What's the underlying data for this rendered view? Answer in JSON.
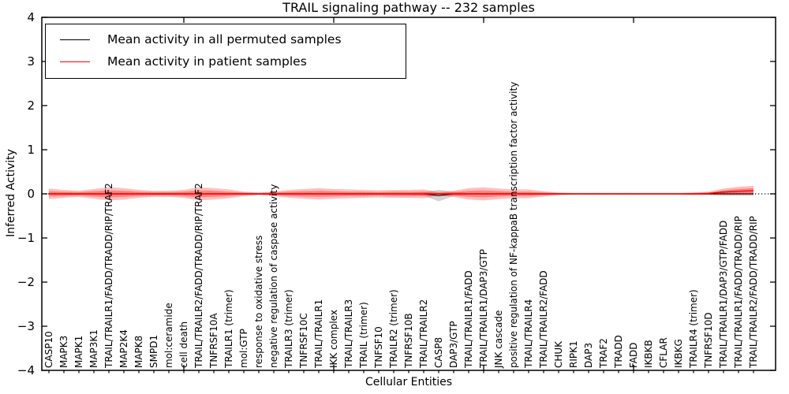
{
  "chart_data": {
    "type": "line",
    "title": "TRAIL signaling pathway -- 232 samples",
    "xlabel": "Cellular Entities",
    "ylabel": "Inferred Activity",
    "ylim": [
      -4,
      4
    ],
    "yticks": [
      4,
      3,
      2,
      1,
      0,
      -1,
      -2,
      -3,
      -4
    ],
    "x_major_tick_indices": [
      9,
      19,
      29,
      39
    ],
    "grid": false,
    "legend_position": "upper-left",
    "zero_line_style": "dotted",
    "categories": [
      "CASP10",
      "MAPK3",
      "MAPK1",
      "MAP3K1",
      "TRAIL/TRAILR1/FADD/TRADD/RIP/TRAF2",
      "MAP2K4",
      "MAPK8",
      "SMPD1",
      "mol:ceramide",
      "cell death",
      "TRAIL/TRAILR2/FADD/TRADD/RIP/TRAF2",
      "TNFRSF10A",
      "TRAILR1 (trimer)",
      "mol:GTP",
      "response to oxidative stress",
      "negative regulation of caspase activity",
      "TRAILR3 (trimer)",
      "TNFRSF10C",
      "TRAIL/TRAILR1",
      "IKK complex",
      "TRAIL/TRAILR3",
      "TRAIL (trimer)",
      "TNFSF10",
      "TRAILR2 (trimer)",
      "TNFRSF10B",
      "TRAIL/TRAILR2",
      "CASP8",
      "DAP3/GTP",
      "TRAIL/TRAILR1/FADD",
      "TRAIL/TRAILR1/DAP3/GTP",
      "JNK cascade",
      "positive regulation of NF-kappaB transcription factor activity",
      "TRAIL/TRAILR4",
      "TRAIL/TRAILR2/FADD",
      "CHUK",
      "RIPK1",
      "DAP3",
      "TRAF2",
      "TRADD",
      "FADD",
      "IKBKB",
      "CFLAR",
      "IKBKG",
      "TRAILR4 (trimer)",
      "TNFRSF10D",
      "TRAIL/TRAILR1/DAP3/GTP/FADD",
      "TRAIL/TRAILR1/FADD/TRADD/RIP",
      "TRAIL/TRAILR2/FADD/TRADD/RIP"
    ],
    "series": [
      {
        "name": "Mean activity in all permuted samples",
        "color": "#000000",
        "band_color": "#808080",
        "band_opacity": 0.35,
        "values": [
          0,
          0,
          0,
          0,
          0,
          0,
          0,
          0,
          0,
          0,
          0,
          0,
          0,
          0,
          0,
          0,
          0,
          0,
          0,
          0,
          0,
          0,
          0,
          0,
          0,
          0,
          -0.04,
          0,
          0,
          0,
          0,
          0,
          0,
          0,
          0,
          0,
          0,
          0,
          0,
          0,
          0,
          0,
          0,
          0,
          0,
          0,
          0,
          0
        ],
        "band_halfwidth": [
          0.02,
          0.02,
          0.02,
          0.02,
          0.02,
          0.02,
          0.02,
          0.02,
          0.02,
          0.02,
          0.02,
          0.02,
          0.02,
          0.02,
          0.02,
          0.02,
          0.02,
          0.02,
          0.02,
          0.02,
          0.02,
          0.02,
          0.02,
          0.02,
          0.02,
          0.04,
          0.13,
          0.05,
          0.02,
          0.02,
          0.02,
          0.02,
          0.02,
          0.02,
          0.02,
          0.02,
          0.02,
          0.02,
          0.02,
          0.02,
          0.02,
          0.02,
          0.02,
          0.02,
          0.02,
          0.03,
          0.03,
          0.03
        ]
      },
      {
        "name": "Mean activity in patient samples",
        "color": "#ff0000",
        "band_color": "#ff0000",
        "band_outer_opacity": 0.25,
        "band_inner_opacity": 0.3,
        "values": [
          0,
          0,
          0,
          0,
          0,
          0,
          0,
          0,
          0,
          0,
          0,
          0,
          0,
          0,
          0,
          0,
          0,
          0,
          0,
          0,
          0,
          0,
          0,
          0,
          0,
          0,
          0,
          0,
          0,
          0,
          0,
          0,
          0,
          0,
          0,
          0,
          0,
          0,
          0,
          0,
          0,
          0,
          0,
          0,
          0.01,
          0.04,
          0.06,
          0.07
        ],
        "band_outer_halfwidth": [
          0.12,
          0.09,
          0.07,
          0.11,
          0.15,
          0.13,
          0.09,
          0.07,
          0.07,
          0.09,
          0.15,
          0.13,
          0.1,
          0.05,
          0.03,
          0.05,
          0.09,
          0.11,
          0.13,
          0.11,
          0.1,
          0.09,
          0.08,
          0.09,
          0.09,
          0.1,
          0.04,
          0.07,
          0.13,
          0.15,
          0.12,
          0.1,
          0.1,
          0.06,
          0.03,
          0.02,
          0.02,
          0.02,
          0.02,
          0.02,
          0.02,
          0.02,
          0.02,
          0.03,
          0.04,
          0.08,
          0.1,
          0.11
        ],
        "band_inner_halfwidth": [
          0.06,
          0.05,
          0.04,
          0.06,
          0.08,
          0.07,
          0.05,
          0.04,
          0.04,
          0.05,
          0.08,
          0.07,
          0.05,
          0.03,
          0.02,
          0.03,
          0.05,
          0.06,
          0.07,
          0.06,
          0.05,
          0.05,
          0.04,
          0.05,
          0.05,
          0.05,
          0.02,
          0.04,
          0.07,
          0.08,
          0.06,
          0.05,
          0.05,
          0.03,
          0.02,
          0.01,
          0.01,
          0.01,
          0.01,
          0.01,
          0.01,
          0.01,
          0.01,
          0.02,
          0.02,
          0.04,
          0.05,
          0.06
        ]
      }
    ]
  }
}
